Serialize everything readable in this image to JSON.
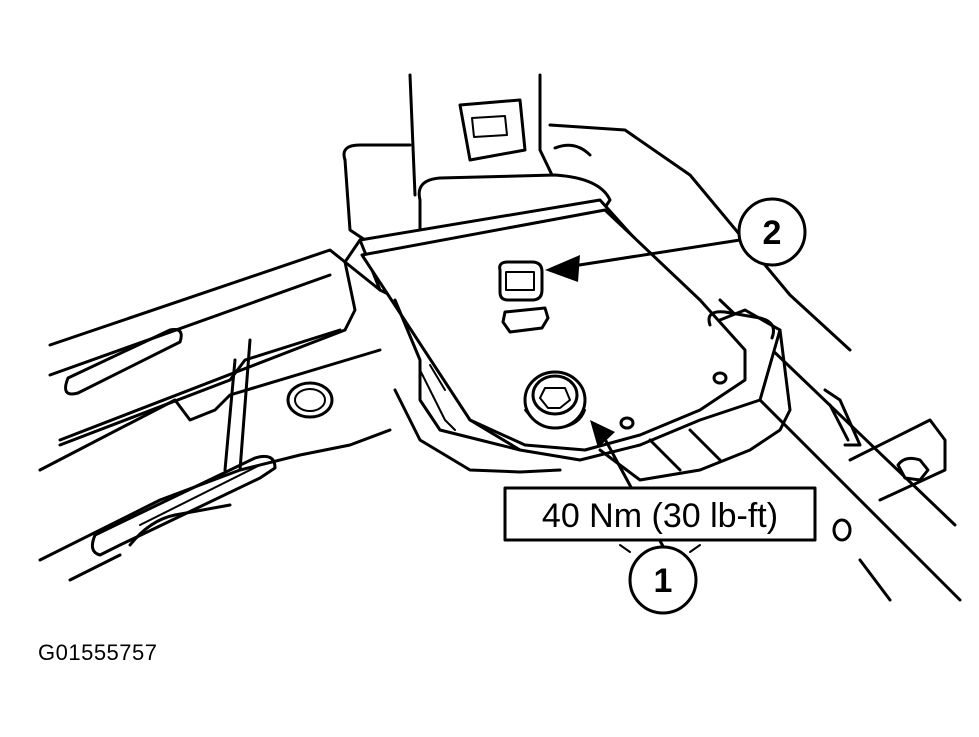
{
  "callouts": [
    {
      "id": "1",
      "label": "1"
    },
    {
      "id": "2",
      "label": "2"
    }
  ],
  "torque_spec": "40 Nm (30 lb-ft)",
  "figure_id": "G01555757",
  "colors": {
    "line": "#000000",
    "background": "#ffffff"
  }
}
